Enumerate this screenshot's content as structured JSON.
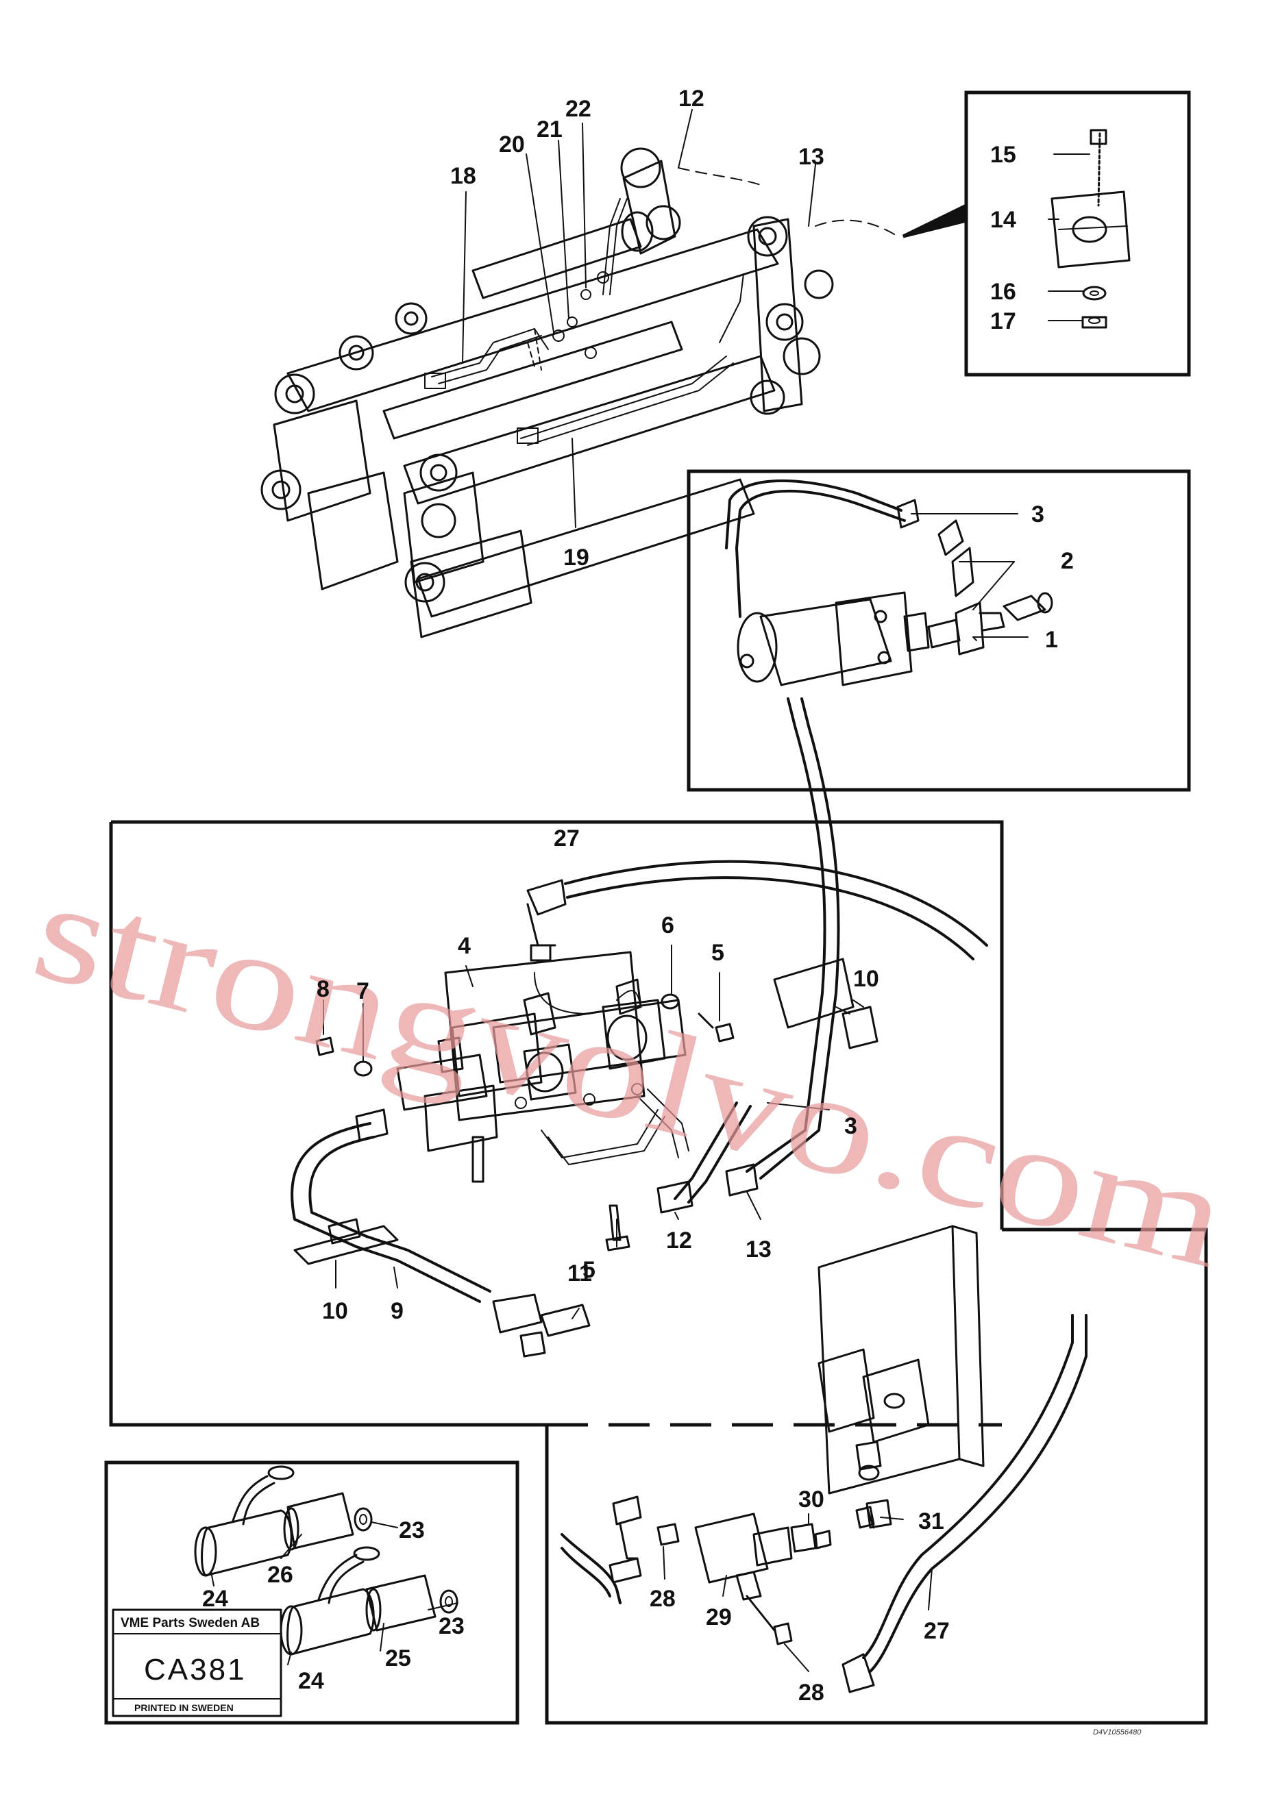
{
  "watermark": "strongvolvo.com",
  "plate": {
    "title": "VME Parts Sweden AB",
    "code": "CA381",
    "footer": "PRINTED IN SWEDEN"
  },
  "drawing_ref": "D4V10556480",
  "callouts": [
    {
      "id": "c12a",
      "text": "12"
    },
    {
      "id": "c13a",
      "text": "13"
    },
    {
      "id": "c22",
      "text": "22"
    },
    {
      "id": "c21",
      "text": "21"
    },
    {
      "id": "c20",
      "text": "20"
    },
    {
      "id": "c18",
      "text": "18"
    },
    {
      "id": "c19",
      "text": "19"
    },
    {
      "id": "c15",
      "text": "15"
    },
    {
      "id": "c14",
      "text": "14"
    },
    {
      "id": "c16",
      "text": "16"
    },
    {
      "id": "c17",
      "text": "17"
    },
    {
      "id": "c3a",
      "text": "3"
    },
    {
      "id": "c2",
      "text": "2"
    },
    {
      "id": "c1",
      "text": "1"
    },
    {
      "id": "c27a",
      "text": "27"
    },
    {
      "id": "c4",
      "text": "4"
    },
    {
      "id": "c6",
      "text": "6"
    },
    {
      "id": "c5a",
      "text": "5"
    },
    {
      "id": "c8",
      "text": "8"
    },
    {
      "id": "c7",
      "text": "7"
    },
    {
      "id": "c10a",
      "text": "10"
    },
    {
      "id": "c3b",
      "text": "3"
    },
    {
      "id": "c5b",
      "text": "5"
    },
    {
      "id": "c12b",
      "text": "12"
    },
    {
      "id": "c13b",
      "text": "13"
    },
    {
      "id": "c10b",
      "text": "10"
    },
    {
      "id": "c9",
      "text": "9"
    },
    {
      "id": "c11",
      "text": "11"
    },
    {
      "id": "c23a",
      "text": "23"
    },
    {
      "id": "c26",
      "text": "26"
    },
    {
      "id": "c24a",
      "text": "24"
    },
    {
      "id": "c23b",
      "text": "23"
    },
    {
      "id": "c25",
      "text": "25"
    },
    {
      "id": "c24b",
      "text": "24"
    },
    {
      "id": "c30",
      "text": "30"
    },
    {
      "id": "c31",
      "text": "31"
    },
    {
      "id": "c28a",
      "text": "28"
    },
    {
      "id": "c29",
      "text": "29"
    },
    {
      "id": "c27b",
      "text": "27"
    },
    {
      "id": "c28b",
      "text": "28"
    }
  ]
}
